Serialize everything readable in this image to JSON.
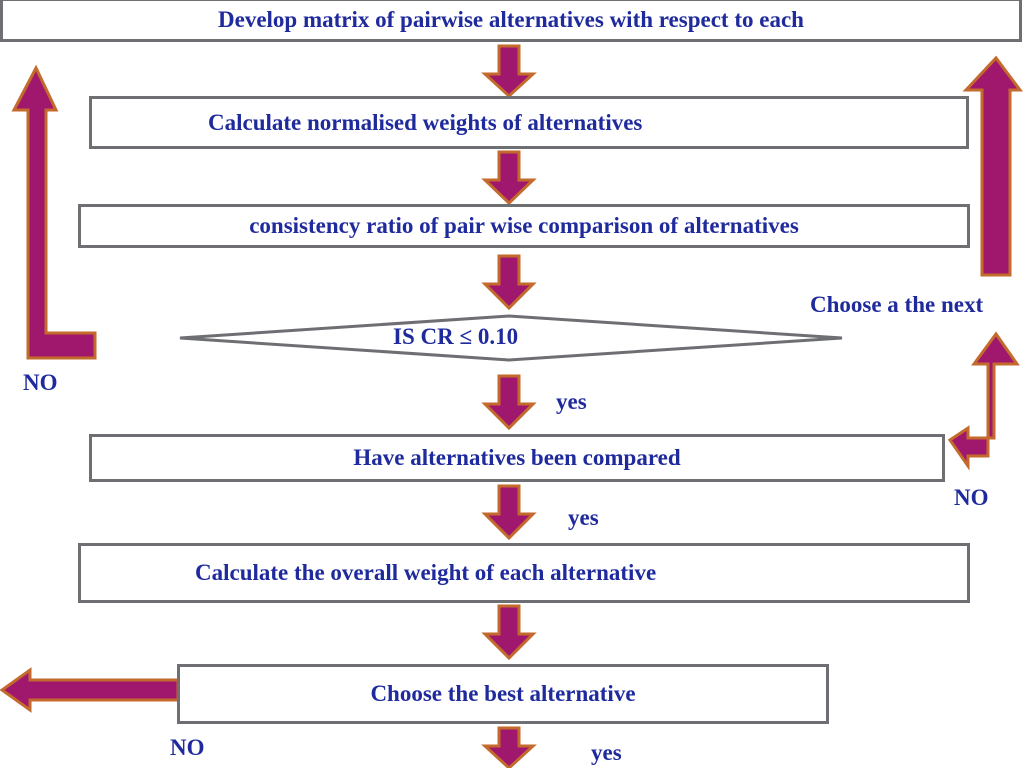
{
  "steps": {
    "develop_matrix": "Develop matrix of pairwise  alternatives with respect to each",
    "normalised_weights": "Calculate normalised weights of alternatives",
    "consistency_ratio": "consistency ratio of pair wise comparison of alternatives",
    "decision_cr": "IS  CR ≤ 0.10",
    "alternatives_compared": "Have alternatives been compared",
    "overall_weight": "Calculate the overall weight of each alternative",
    "best_alternative": "Choose the best alternative"
  },
  "labels": {
    "no_left": "NO",
    "yes_1": "yes",
    "choose_next": "Choose a the next",
    "no_right": "NO",
    "yes_2": "yes",
    "no_bottom": "NO",
    "yes_3": "yes"
  },
  "colors": {
    "arrow_fill": "#a0176e",
    "arrow_stroke": "#c46a2c",
    "box_border": "#6e6f73",
    "text": "#1f2a9c"
  }
}
